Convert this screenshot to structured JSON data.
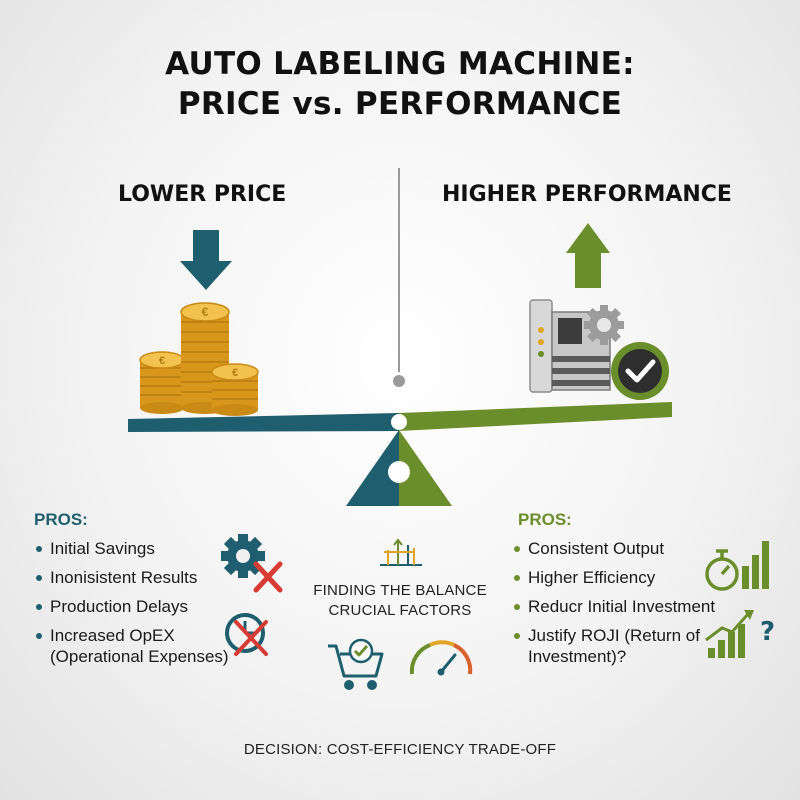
{
  "title": {
    "line1": "AUTO LABELING MACHINE:",
    "line2": "PRICE vs. PERFORMANCE"
  },
  "left": {
    "heading": "LOWER PRICE",
    "pros_label": "PROS:",
    "items": [
      "Initial Savings",
      "Inonisistent Results",
      "Production Delays",
      "Increased OpEX",
      "(Operational Expenses)"
    ],
    "icons": [
      "down-arrow-icon",
      "euro-coins-icon",
      "gear-icon",
      "red-x-icon",
      "clock-crossed-icon"
    ]
  },
  "right": {
    "heading": "HIGHER PERFORMANCE",
    "pros_label": "PROS:",
    "items": [
      "Consistent Output",
      "Higher Efficiency",
      "Reducr Initial Investment",
      "Justify ROJI (Return of",
      "Investment)?"
    ],
    "icons": [
      "up-arrow-icon",
      "labeling-machine-icon",
      "check-badge-icon",
      "stopwatch-icon",
      "bar-chart-icon",
      "growth-chart-question-icon"
    ]
  },
  "center": {
    "line1": "FINDING THE BALANCE",
    "line2": "CRUCIAL FACTORS",
    "icons": [
      "factory-icon",
      "shopping-cart-check-icon",
      "gauge-icon"
    ]
  },
  "footer": "DECISION: COST-EFFICIENCY TRADE-OFF",
  "colors": {
    "teal": "#1e5e6e",
    "green": "#6b8e2c",
    "gold": "#e0a526",
    "red": "#d83a34"
  }
}
